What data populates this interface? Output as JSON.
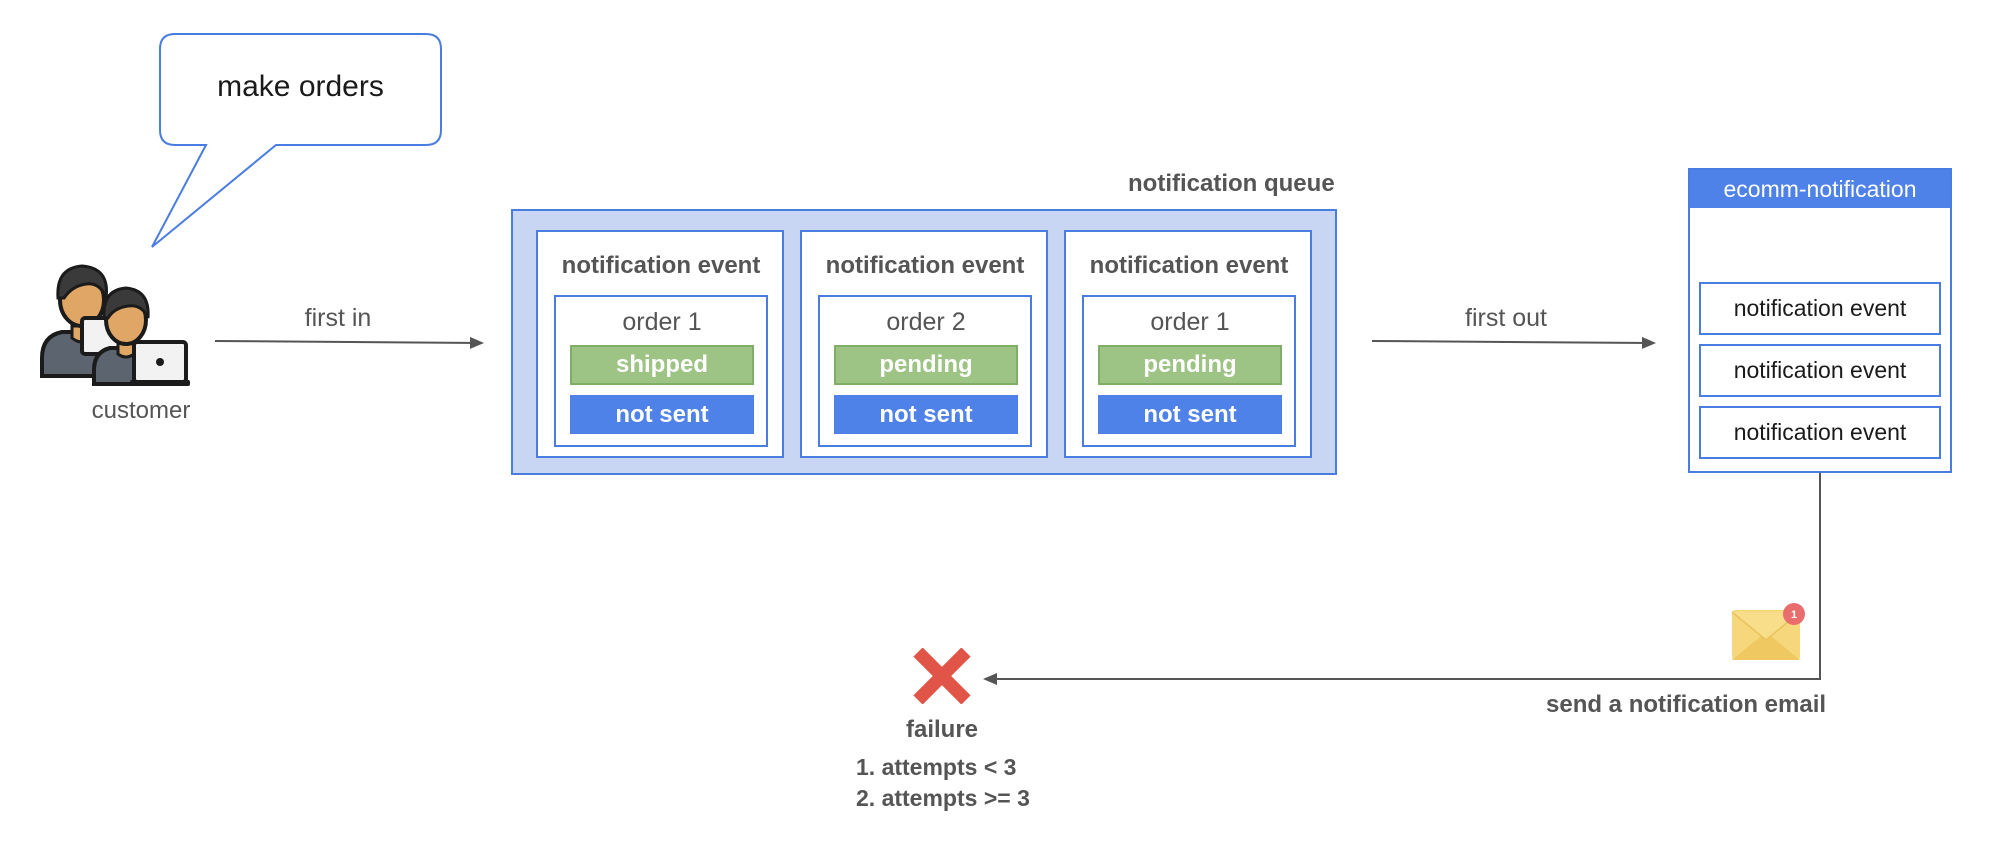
{
  "bubble": {
    "text": "make orders"
  },
  "customer": {
    "label": "customer"
  },
  "arrows": {
    "first_in": "first in",
    "first_out": "first out"
  },
  "queue": {
    "title": "notification queue",
    "events": [
      {
        "title": "notification event",
        "order": "order 1",
        "status": "shipped",
        "sent": "not sent"
      },
      {
        "title": "notification event",
        "order": "order 2",
        "status": "pending",
        "sent": "not sent"
      },
      {
        "title": "notification event",
        "order": "order 1",
        "status": "pending",
        "sent": "not sent"
      }
    ]
  },
  "ecomm": {
    "title": "ecomm-notification",
    "items": [
      "notification event",
      "notification event",
      "notification event"
    ]
  },
  "email": {
    "label": "send a notification email",
    "badge": "1"
  },
  "failure": {
    "label": "failure",
    "attempts": [
      "1. attempts < 3",
      "2. attempts >= 3"
    ]
  },
  "colors": {
    "accent_blue": "#4f82e8",
    "queue_fill": "#c9d6f3",
    "status_green": "#9dc484",
    "failure_red": "#e05547",
    "arrow_gray": "#555555"
  }
}
